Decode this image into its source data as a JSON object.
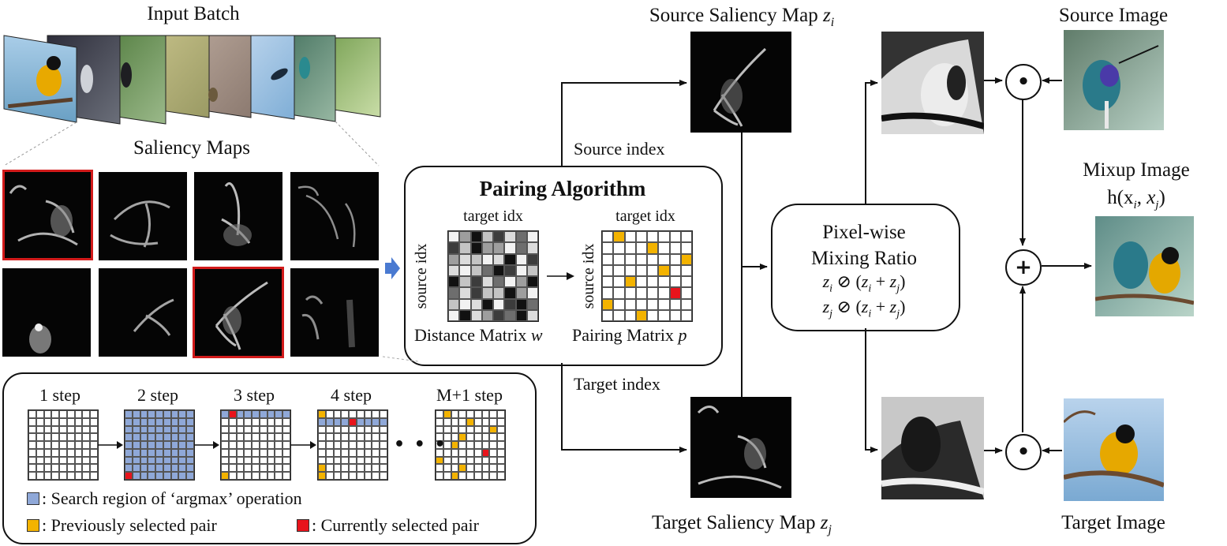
{
  "labels": {
    "input_batch": "Input Batch",
    "saliency_maps": "Saliency Maps",
    "source_saliency": "Source Saliency Map",
    "source_saliency_var": "z",
    "source_saliency_sub": "i",
    "target_saliency": "Target Saliency Map",
    "target_saliency_var": "z",
    "target_saliency_sub": "j",
    "source_image": "Source Image",
    "target_image": "Target Image",
    "mixup_image": "Mixup Image",
    "mixup_formula": "h(x",
    "source_index": "Source index",
    "target_index": "Target index"
  },
  "pairing": {
    "title": "Pairing Algorithm",
    "target_idx_left": "target idx",
    "target_idx_right": "target idx",
    "source_idx_left": "source idx",
    "source_idx_right": "source idx",
    "distance_label": "Distance Matrix",
    "distance_var": "w",
    "pairing_label": "Pairing Matrix",
    "pairing_var": "p"
  },
  "mixing": {
    "line1": "Pixel-wise",
    "line2": "Mixing Ratio"
  },
  "steps": {
    "s1": "1 step",
    "s2": "2 step",
    "s3": "3 step",
    "s4": "4 step",
    "sM": "M+1 step",
    "ellipsis": "• • •"
  },
  "legend": {
    "search": ": Search region of ‘argmax’ operation",
    "previous": ": Previously selected pair",
    "current": ": Currently selected pair"
  },
  "operators": {
    "dot": "•",
    "plus": "+"
  },
  "colors": {
    "blue": "#8fa8d8",
    "yellow": "#f3b300",
    "red": "#e8141c",
    "highlight": "#d21b1b"
  }
}
